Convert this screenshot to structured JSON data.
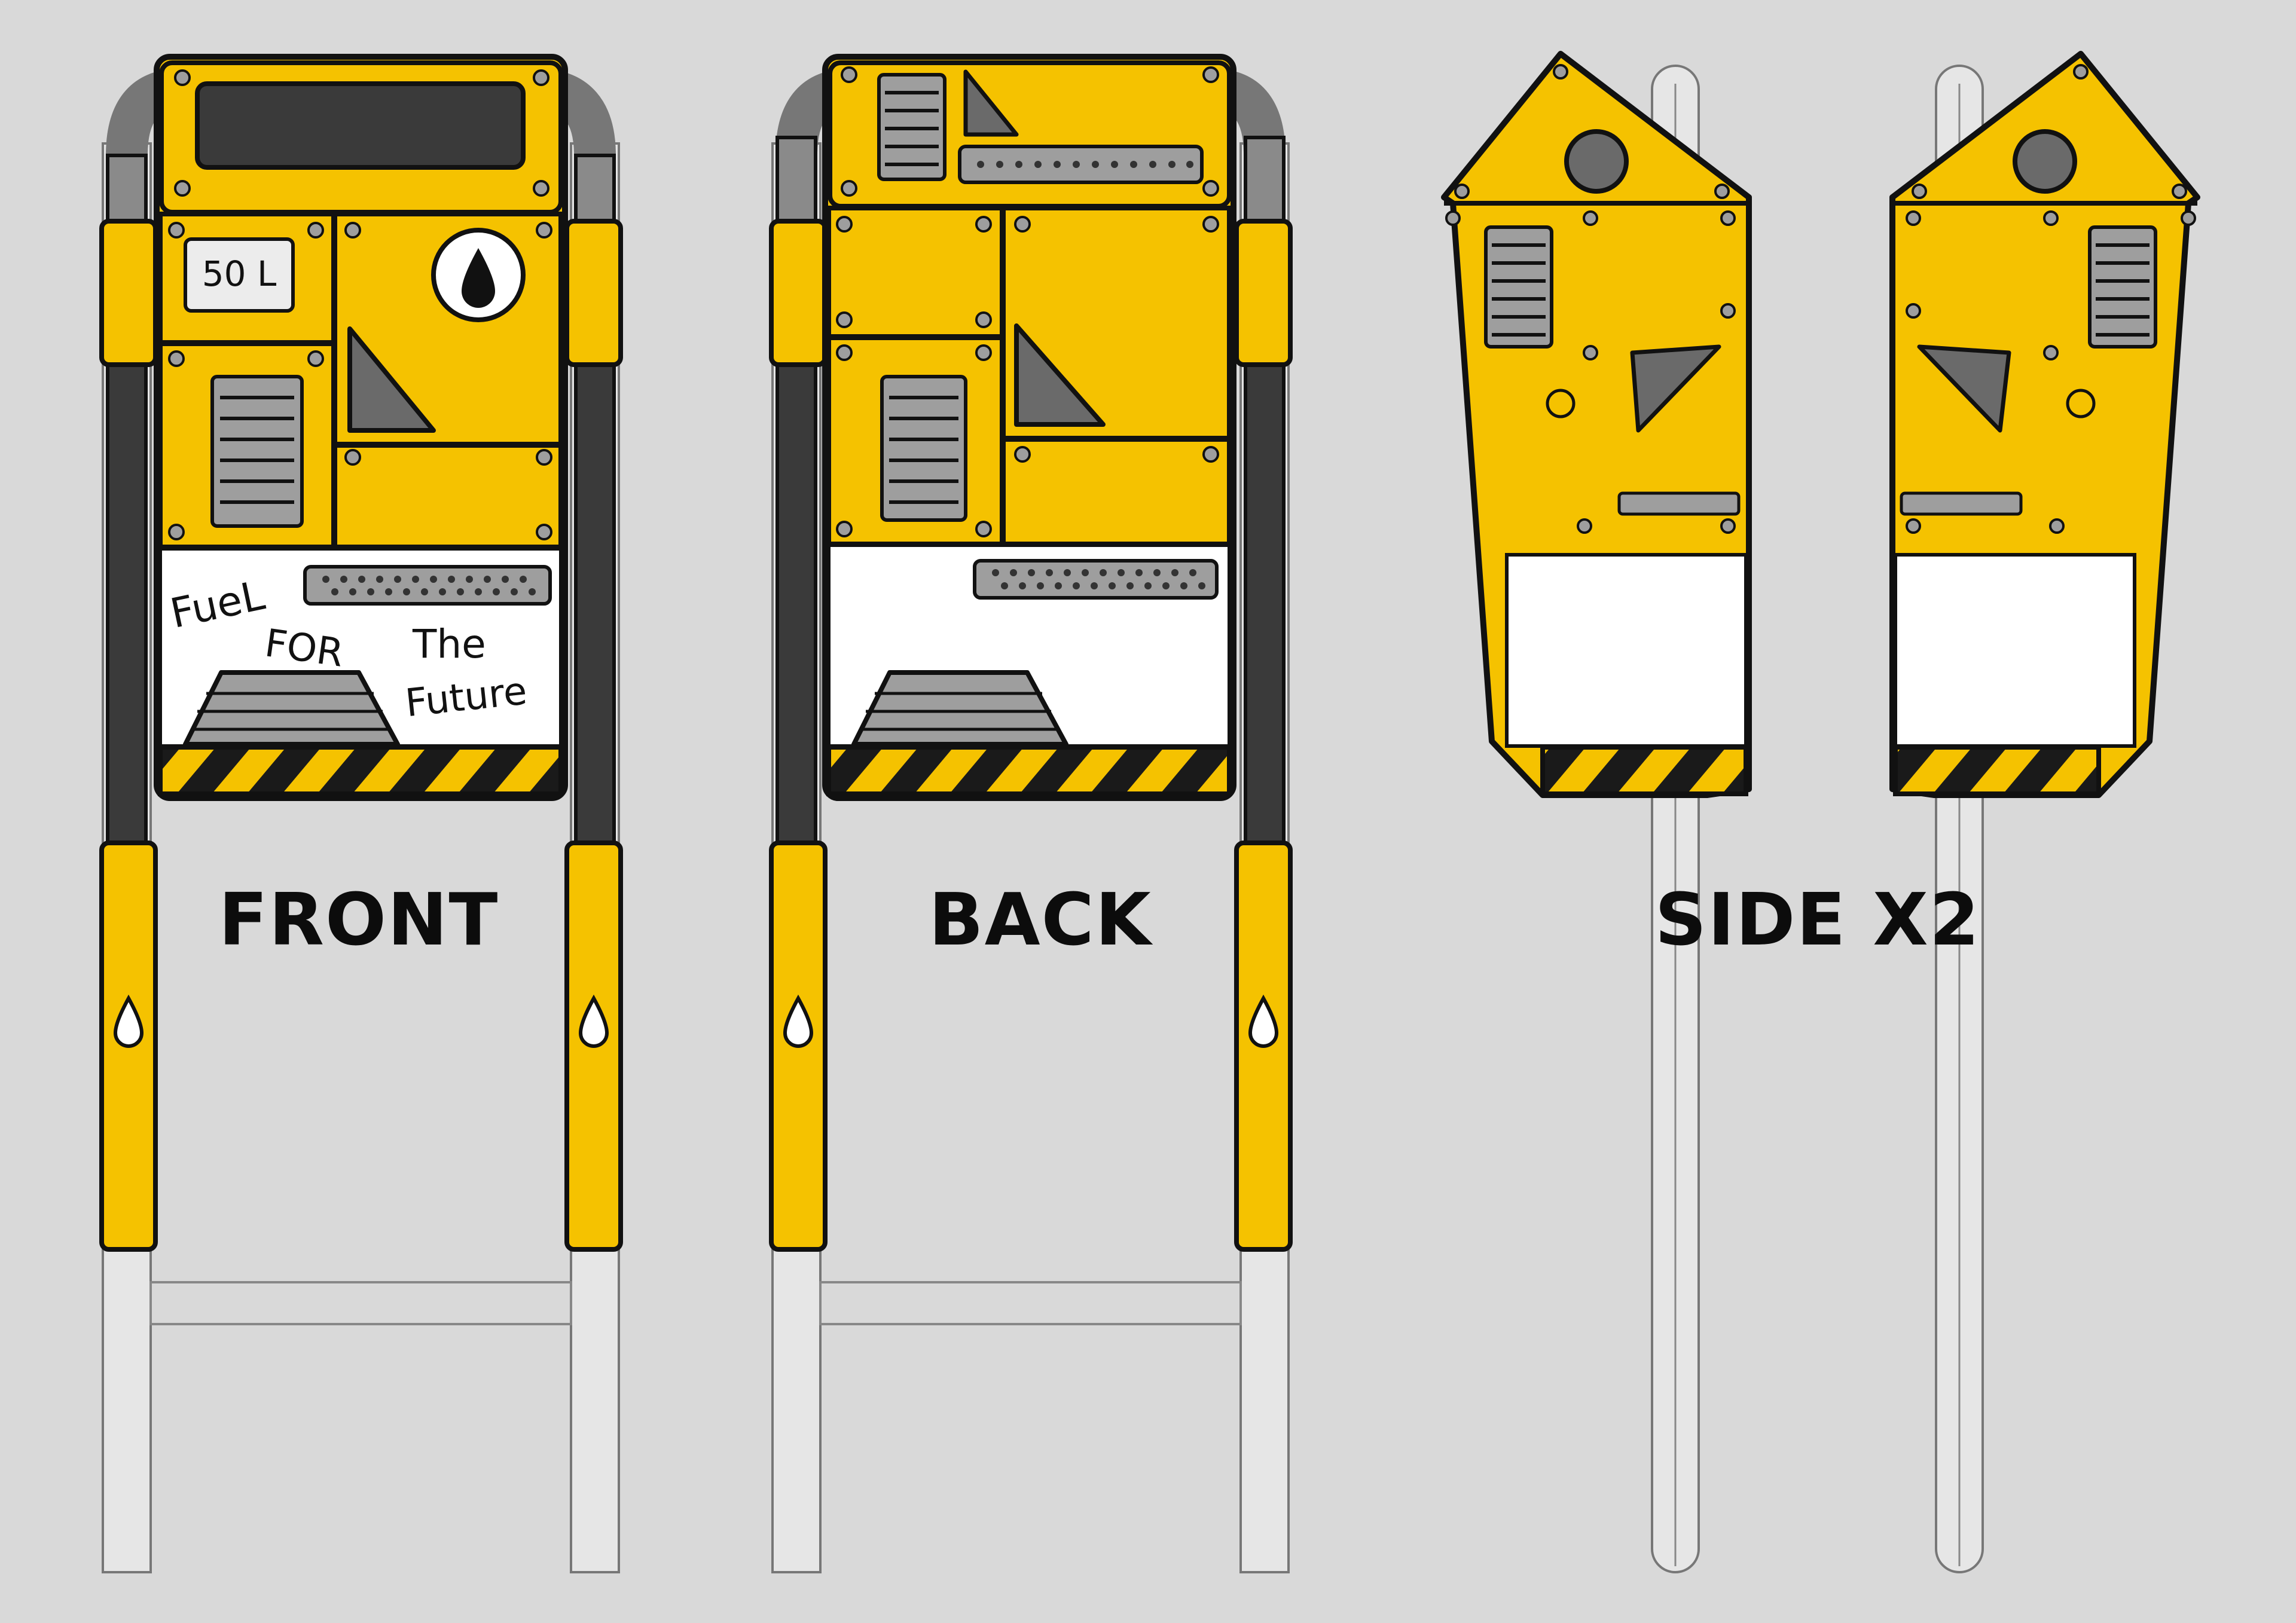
{
  "views": {
    "front": "FRONT",
    "back": "BACK",
    "side": "SIDE X2"
  },
  "front_panel": {
    "capacity_label": "50 L",
    "slogan_line1": "FueL",
    "slogan_line2": "FOR",
    "slogan_line3": "The",
    "slogan_line4": "Future"
  },
  "colors": {
    "background": "#d9d9d9",
    "body_yellow": "#f5c200",
    "outline": "#1a1a1a",
    "steel_grey": "#9e9e9e",
    "dark_panel": "#3a3a3a",
    "white_band": "#ffffff",
    "hazard_black": "#1a1a1a"
  },
  "icons": {
    "fuel_drop": "fuel-drop-icon",
    "warning": "warning-triangle-icon"
  }
}
